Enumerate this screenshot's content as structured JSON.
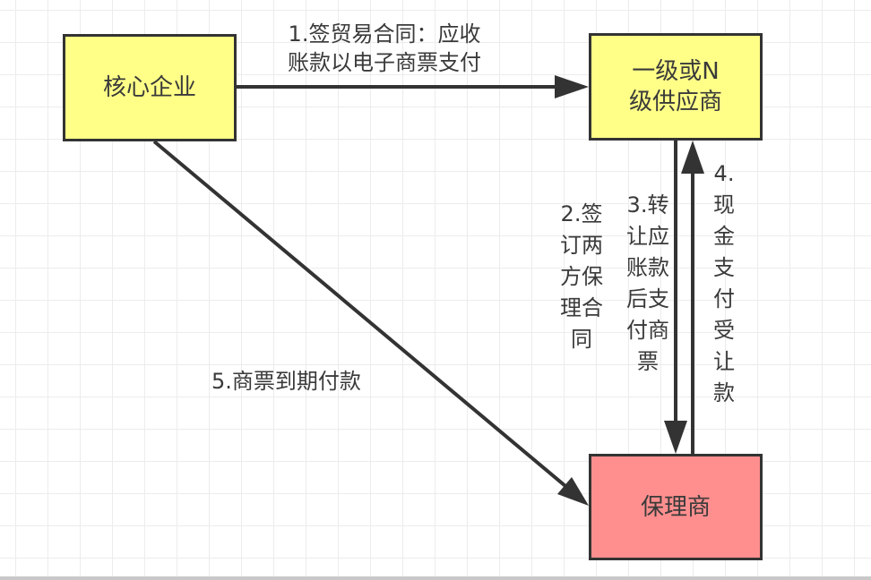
{
  "diagram": {
    "type": "flowchart",
    "nodes": [
      {
        "id": "core",
        "lines": [
          "核心企业"
        ],
        "color": "#ffff88"
      },
      {
        "id": "supplier",
        "lines": [
          "一级或N",
          "级供应商"
        ],
        "color": "#ffff88"
      },
      {
        "id": "factor",
        "lines": [
          "保理商"
        ],
        "color": "#ff8f8f"
      }
    ],
    "edges": [
      {
        "id": "1",
        "from": "core",
        "to": "supplier",
        "lines": [
          "1.签贸易合同：应收",
          "账款以电子商票支付"
        ]
      },
      {
        "id": "2",
        "from": "supplier",
        "to": "factor",
        "lines": [
          "2.签",
          "订两",
          "方保",
          "理合",
          "同"
        ]
      },
      {
        "id": "3",
        "from": "supplier",
        "to": "factor",
        "lines": [
          "3.转",
          "让应",
          "账款",
          "后支",
          "付商",
          "票"
        ]
      },
      {
        "id": "4",
        "from": "factor",
        "to": "supplier",
        "lines": [
          "4.",
          "现",
          "金",
          "支",
          "付",
          "受",
          "让",
          "款"
        ]
      },
      {
        "id": "5",
        "from": "core",
        "to": "factor",
        "lines": [
          "5.商票到期付款"
        ]
      }
    ]
  },
  "colors": {
    "line": "#333333",
    "grid": "#ececec",
    "yellow_node": "#ffff88",
    "red_node": "#ff8f8f"
  }
}
